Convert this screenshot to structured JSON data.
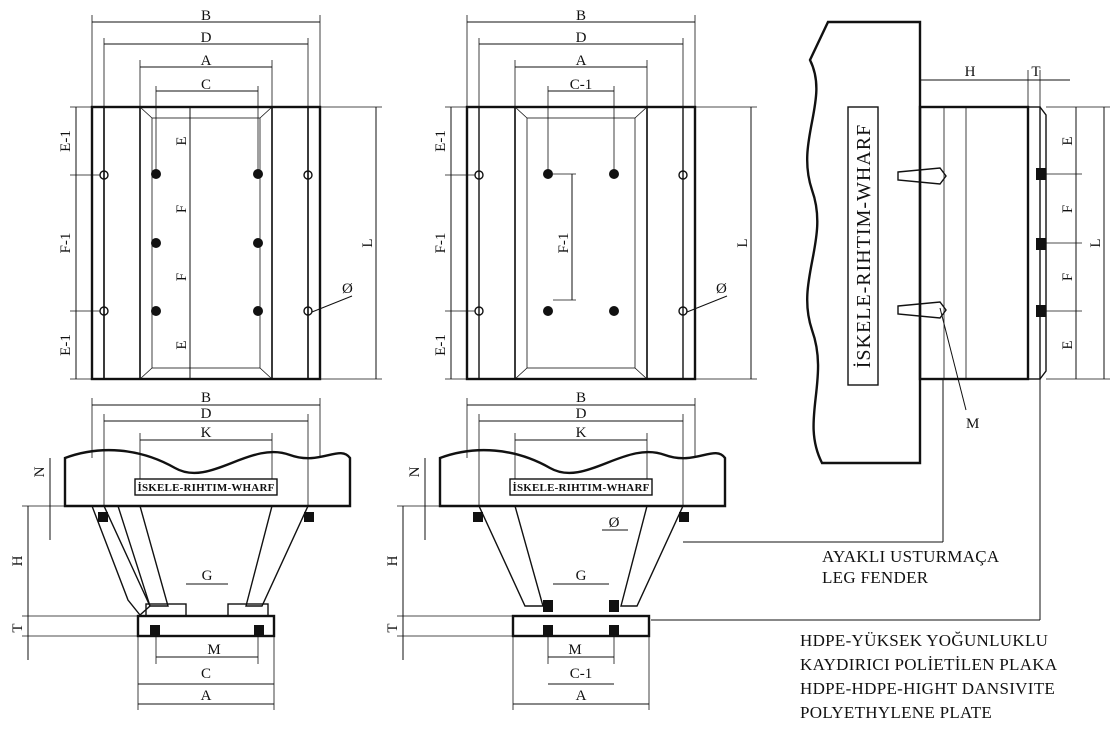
{
  "labels": {
    "B": "B",
    "D": "D",
    "A": "A",
    "C": "C",
    "C1": "C-1",
    "E": "E",
    "E1": "E-1",
    "F": "F",
    "F1": "F-1",
    "L": "L",
    "phi": "Ø",
    "H": "H",
    "T": "T",
    "M": "M",
    "N": "N",
    "K": "K",
    "G": "G"
  },
  "wharf_label": "İSKELE-RIHTIM-WHARF",
  "notes": {
    "leg_fender_line1": "AYAKLI USTURMAÇA",
    "leg_fender_line2": "LEG FENDER",
    "hdpe_line1": "HDPE-YÜKSEK YOĞUNLUKLU",
    "hdpe_line2": "KAYDIRICI POLİETİLEN PLAKA",
    "hdpe_line3": "HDPE-HDPE-HIGHT DANSIVITE",
    "hdpe_line4": "POLYETHYLENE PLATE"
  },
  "colors": {
    "line": "#111111",
    "background": "#ffffff",
    "bolt": "#111111"
  }
}
